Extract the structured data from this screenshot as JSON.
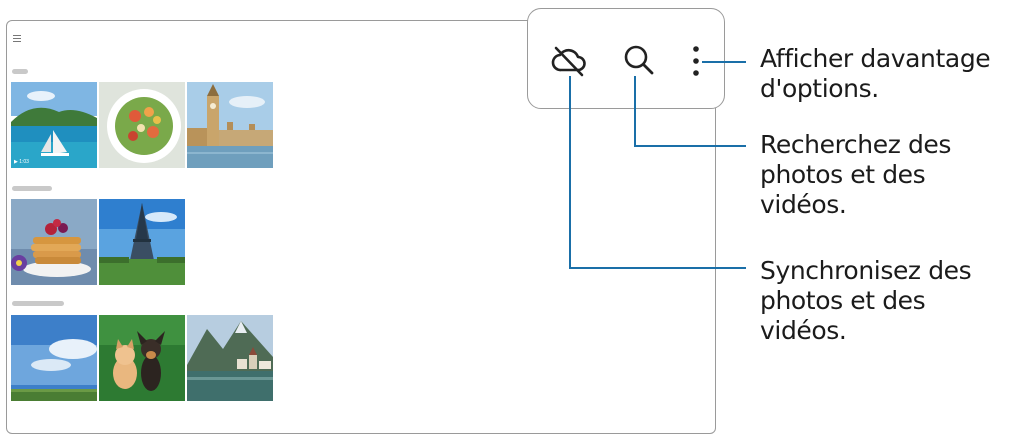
{
  "domain": "Computer-Use",
  "toolbar": {
    "cloud_icon": "cloud-off-icon",
    "search_icon": "search-icon",
    "more_icon": "more-vert-icon"
  },
  "gallery": {
    "sections": [
      {
        "label": "",
        "thumbs": [
          "sailboat-island",
          "salad-plate",
          "big-ben-london"
        ],
        "video_badge": "▶ 1:03"
      },
      {
        "label": "",
        "thumbs": [
          "pancakes-berries",
          "eiffel-tower"
        ]
      },
      {
        "label": "",
        "thumbs": [
          "sky-clouds",
          "kitten-puppy",
          "lake-village"
        ]
      }
    ]
  },
  "callouts": {
    "more": "Afficher davantage d'options.",
    "search": "Recherchez des photos et des vidéos.",
    "sync": "Synchronisez des photos et des vidéos."
  },
  "colors": {
    "accent": "#1a6fa8",
    "frame": "#9a9a9a"
  }
}
